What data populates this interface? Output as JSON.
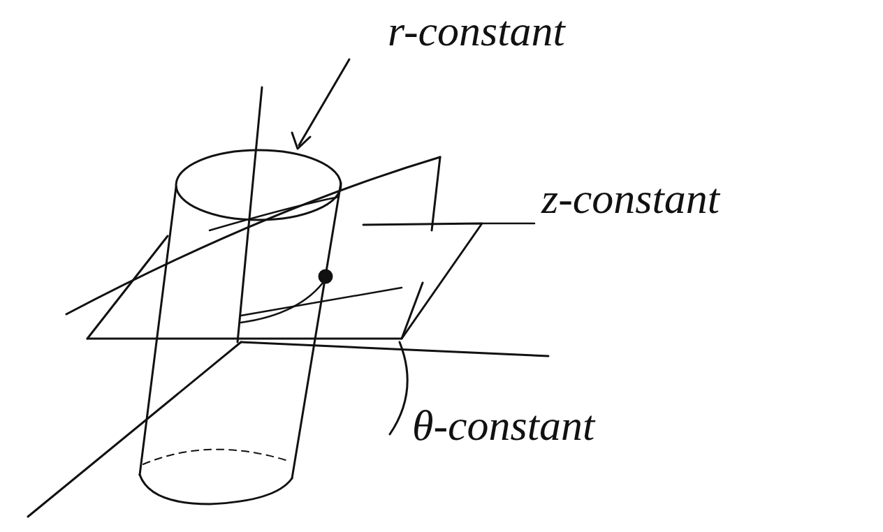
{
  "diagram": {
    "labels": [
      "r-constant",
      "z-constant",
      "θ-constant"
    ]
  }
}
